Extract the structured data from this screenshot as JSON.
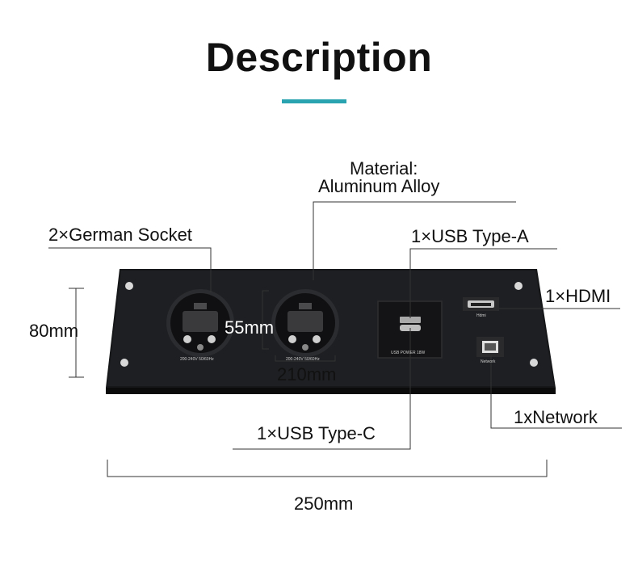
{
  "title": "Description",
  "colors": {
    "accent_bar": "#2aa3b0",
    "panel": "#1a1b1d",
    "line": "#333333"
  },
  "labels": {
    "material_line1": "Material:",
    "material_line2": "Aluminum Alloy",
    "german_socket": "2×German Socket",
    "usb_a": "1×USB Type-A",
    "hdmi": "1×HDMI",
    "usb_c": "1×USB Type-C",
    "network": "1xNetwork"
  },
  "dimensions": {
    "height": "80mm",
    "socket_height": "55mm",
    "socket_span": "210mm",
    "total_width": "250mm"
  },
  "panel_text": {
    "socket_rating": "200-240V 50/60Hz",
    "usb_power": "USB POWER 18W",
    "hdmi_port": "Hdmi",
    "network_port": "Network"
  }
}
